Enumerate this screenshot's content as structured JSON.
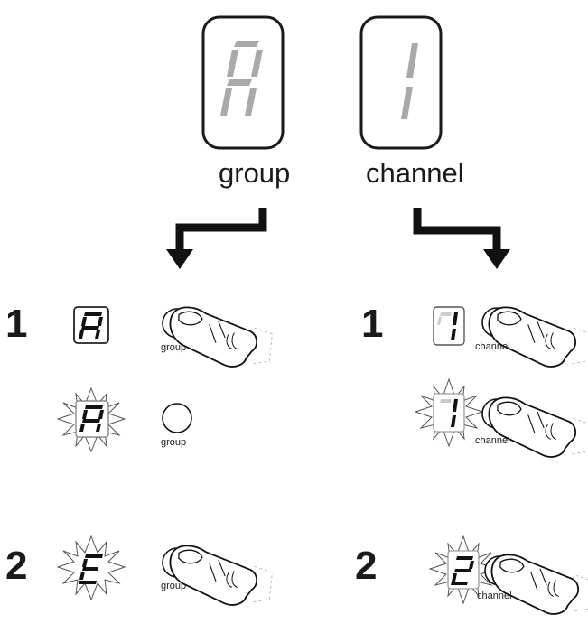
{
  "displays": {
    "group_char": "A",
    "channel_char": "1",
    "group_label": "group",
    "channel_label": "channel"
  },
  "left_panel": {
    "step1": "1",
    "step2": "2",
    "button_label_1": "group",
    "button_label_2": "group",
    "button_label_3": "group",
    "char_1": "A",
    "char_2": "A",
    "char_3": "E"
  },
  "right_panel": {
    "step1": "1",
    "step2": "2",
    "button_label_1": "channel",
    "button_label_2": "channel",
    "button_label_3": "channel",
    "char_1": "1",
    "char_2": "1",
    "char_3": "2"
  },
  "colors": {
    "ink": "#111111",
    "segment_gray": "#a9a9a9",
    "frame": "#1a1a1a"
  },
  "icons": [
    "seven-segment-display",
    "arrow-down-icon",
    "push-button-icon",
    "finger-press-icon",
    "flash-burst-icon"
  ]
}
